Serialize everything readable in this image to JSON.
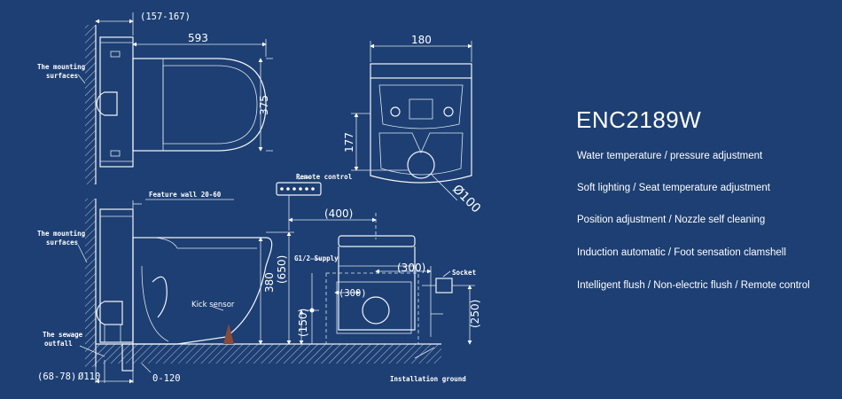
{
  "product": {
    "model": "ENC2189W",
    "features": [
      "Water temperature / pressure adjustment",
      "Soft lighting / Seat temperature adjustment",
      "Position adjustment / Nozzle self cleaning",
      "Induction automatic / Foot sensation clamshell",
      "Intelligent flush / Non-electric flush / Remote control"
    ]
  },
  "drawing": {
    "top_view": {
      "mount_range": "(157-167)",
      "length": "593",
      "height": "375",
      "mounting_note_line1": "The mounting",
      "mounting_note_line2": "surfaces"
    },
    "front_view": {
      "width": "180",
      "outlet_height": "177",
      "outlet_diameter": "Ø100"
    },
    "side_view": {
      "feature_wall": "Feature wall 20-60",
      "mounting_note_line1": "The mounting",
      "mounting_note_line2": "surfaces",
      "sewage_note_line1": "The sewage",
      "sewage_note_line2": "outfall",
      "kick_sensor": "Kick sensor",
      "bowl_height": "380",
      "total_height": "(650)",
      "offset_range": "(68-78)",
      "pipe_diameter": "Ø110",
      "floor_range": "0-120"
    },
    "rear_view": {
      "remote_control": "Remote control",
      "remote_offset": "(400)",
      "supply": "G1/2 Supply",
      "socket": "Socket",
      "socket_offset": "(300)",
      "inner_offset": "(300)",
      "supply_height": "(150)",
      "socket_height": "(250)",
      "ground": "Installation ground"
    }
  },
  "colors": {
    "background": "#1d3f73",
    "lines": "#f2f4f8",
    "sensor": "#8a4a3a"
  }
}
